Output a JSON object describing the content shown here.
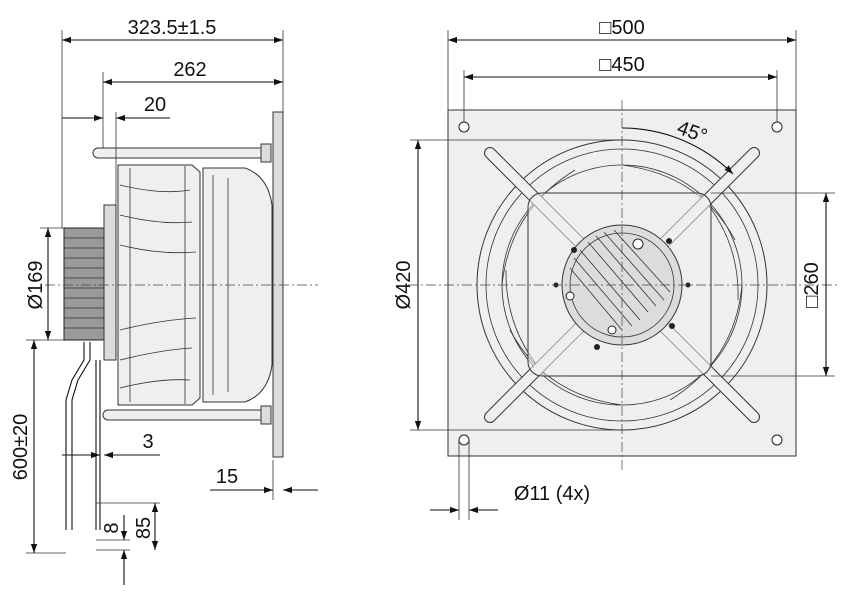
{
  "side_view": {
    "dims": {
      "overall_length": "323.5±1.5",
      "length_262": "262",
      "length_20": "20",
      "dia_169": "Ø169",
      "cable_600": "600±20",
      "dim_3": "3",
      "dim_15": "15",
      "dim_8": "8",
      "dim_85": "85"
    }
  },
  "front_view": {
    "dims": {
      "square_500": "□500",
      "square_450": "□450",
      "angle_45": "45°",
      "dia_420": "Ø420",
      "square_260": "□260",
      "hole_11": "Ø11 (4x)"
    }
  }
}
